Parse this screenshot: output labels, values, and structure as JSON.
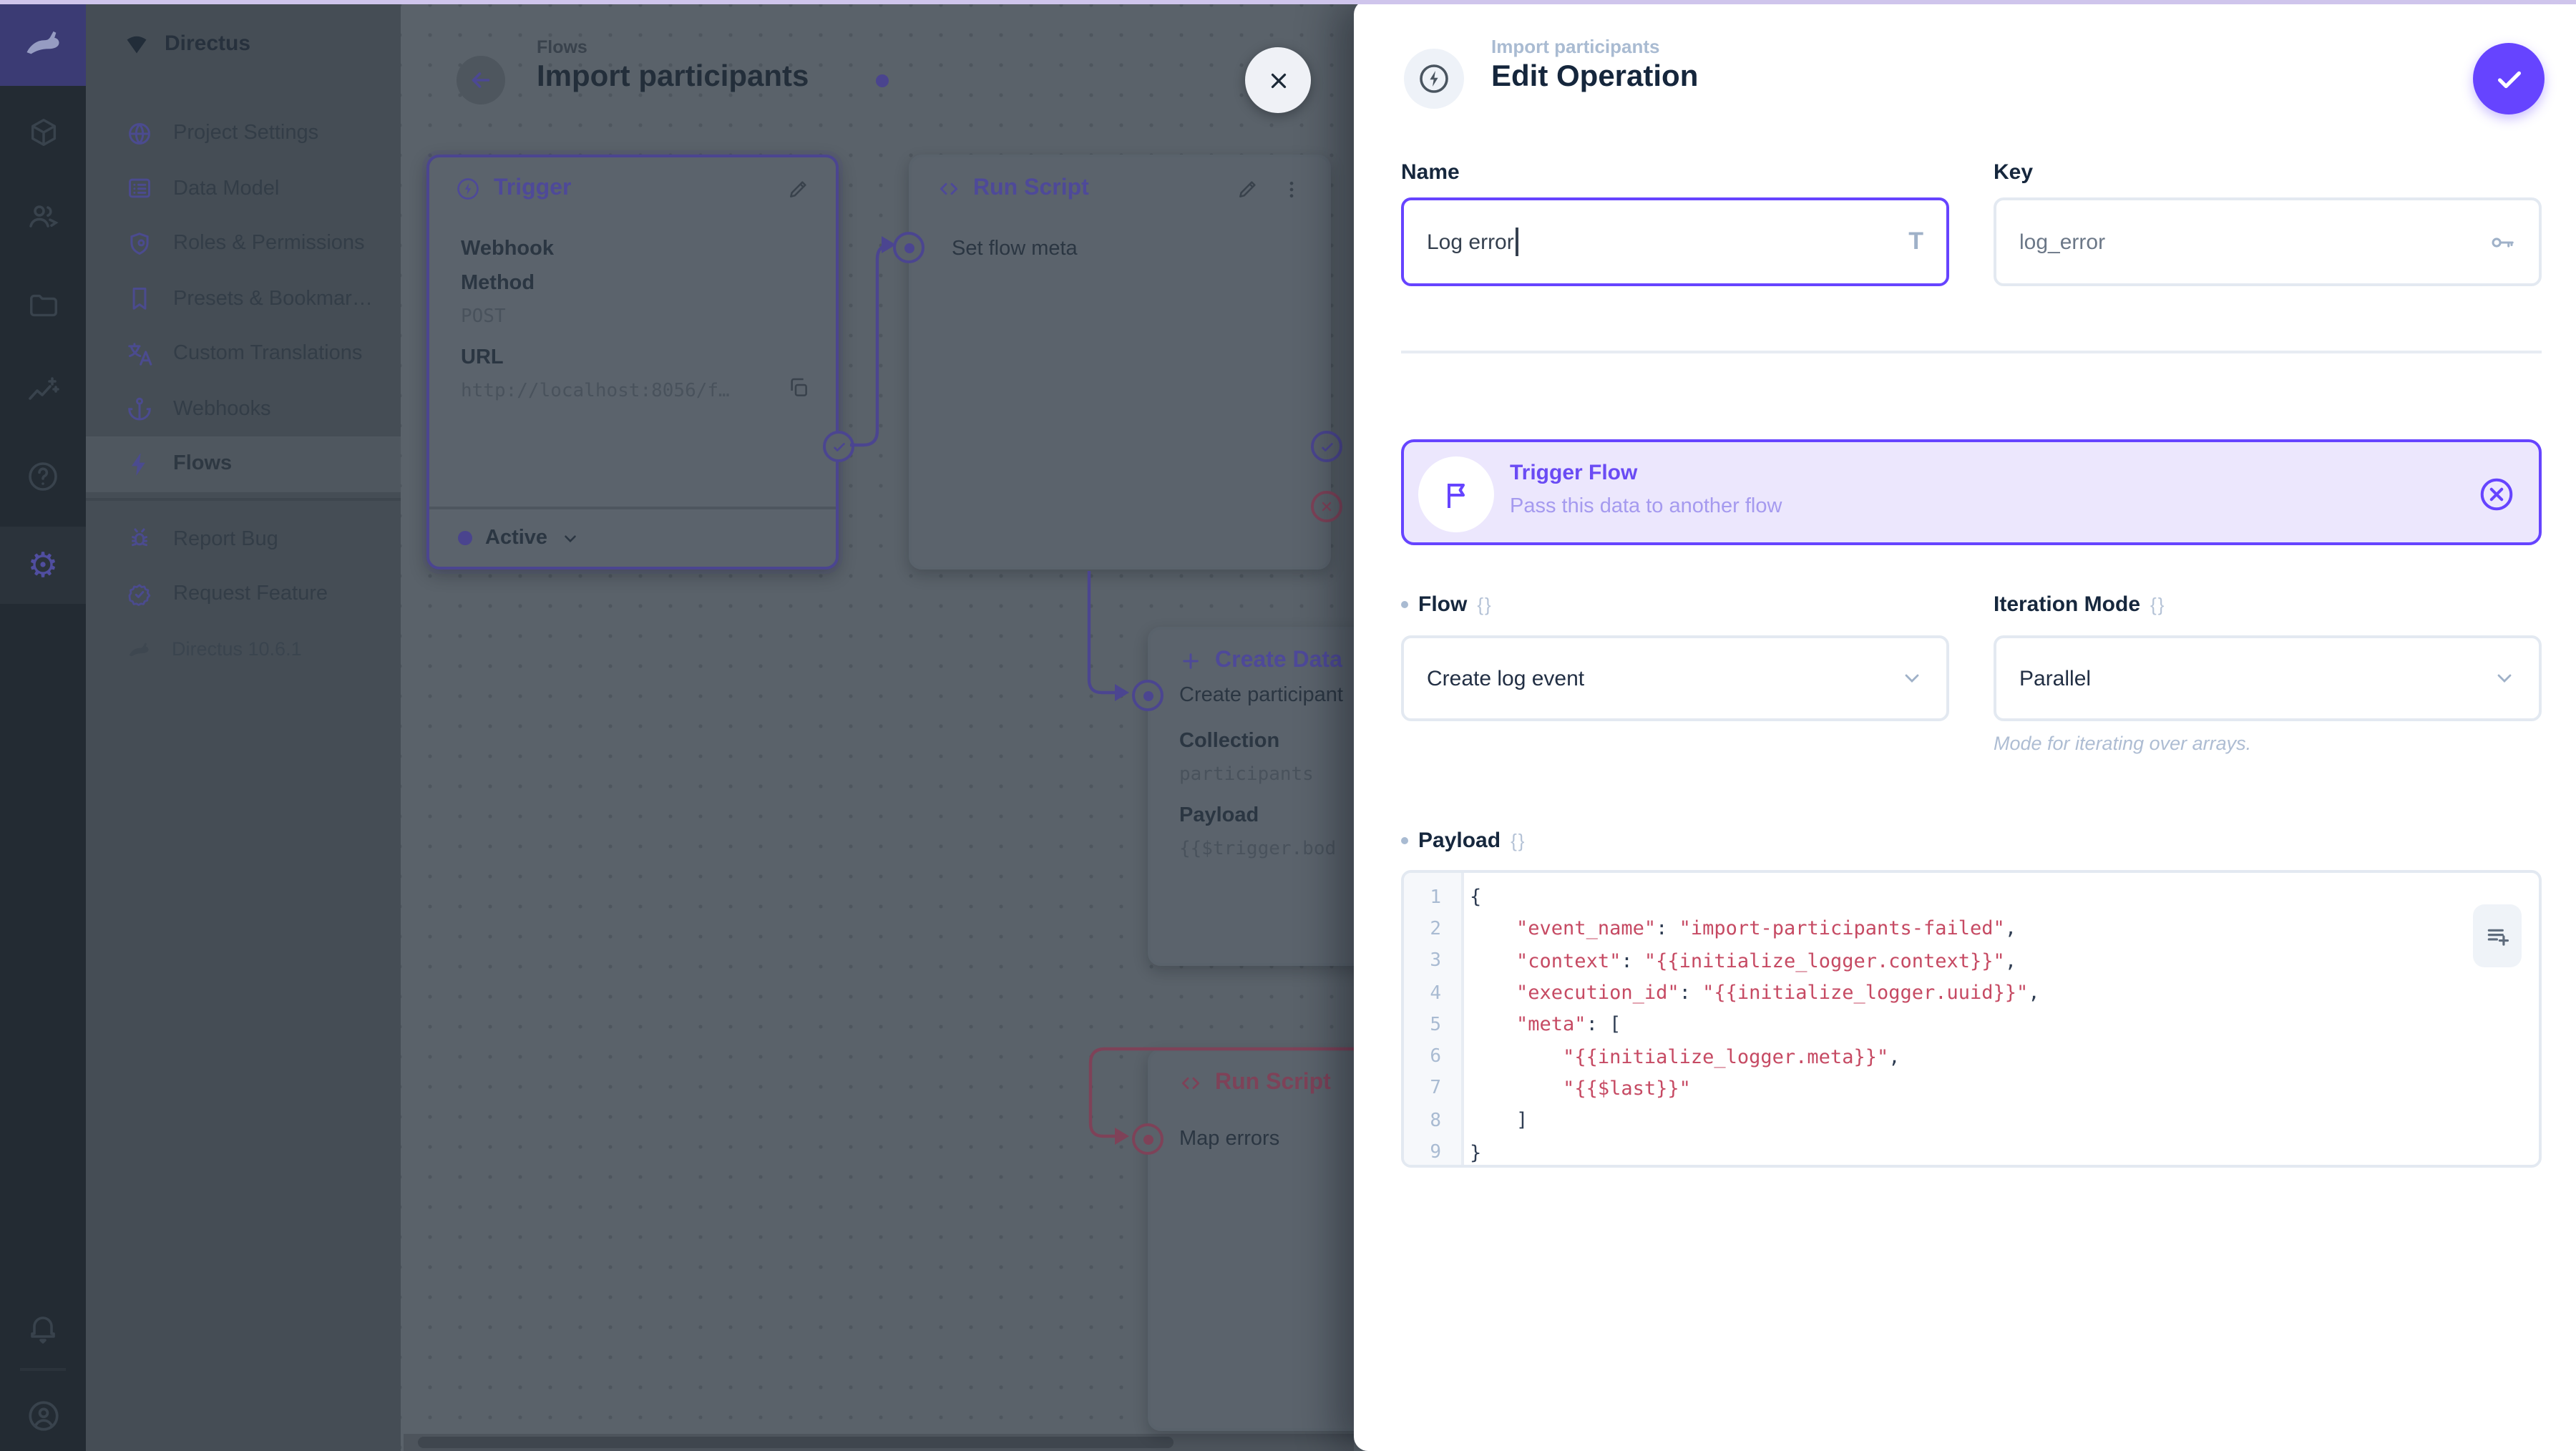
{
  "colors": {
    "accent": "#6644FF",
    "accent_soft": "#ECE7FD",
    "code_string": "#C64A63",
    "reject_path": "#7E4258",
    "resolve_path": "#4B4590",
    "drawer_bg": "#FFFFFF",
    "canvas_dimmed": "#5A626A"
  },
  "icons": {
    "gear_glyph": "⚙",
    "text_format_glyph": "T",
    "braces_glyph": "{}"
  },
  "nav": {
    "header": "Directus",
    "items": [
      {
        "label": "Project Settings",
        "icon": "globe"
      },
      {
        "label": "Data Model",
        "icon": "list"
      },
      {
        "label": "Roles & Permissions",
        "icon": "shield-user"
      },
      {
        "label": "Presets & Bookmar…",
        "icon": "bookmark"
      },
      {
        "label": "Custom Translations",
        "icon": "translate"
      },
      {
        "label": "Webhooks",
        "icon": "anchor"
      },
      {
        "label": "Flows",
        "icon": "bolt",
        "active": true
      }
    ],
    "footer_items": [
      {
        "label": "Report Bug",
        "icon": "bug"
      },
      {
        "label": "Request Feature",
        "icon": "badge-check"
      }
    ],
    "version": "Directus 10.6.1"
  },
  "canvas": {
    "breadcrumb": "Flows",
    "title": "Import participants",
    "nodes": {
      "trigger": {
        "title": "Trigger",
        "type_label": "Webhook",
        "method_label": "Method",
        "method": "POST",
        "url_label": "URL",
        "url": "http://localhost:8056/f…",
        "status": "Active"
      },
      "run_script": {
        "title": "Run Script",
        "name": "Set flow meta"
      },
      "create_data": {
        "title": "Create Data",
        "name": "Create participant",
        "collection_label": "Collection",
        "collection": "participants",
        "payload_label": "Payload",
        "payload": "{{$trigger.bod"
      },
      "map_errors": {
        "title": "Run Script",
        "name": "Map errors"
      }
    }
  },
  "drawer": {
    "breadcrumb": "Import participants",
    "title": "Edit Operation",
    "name": {
      "label": "Name",
      "value": "Log error"
    },
    "key": {
      "label": "Key",
      "value": "log_error"
    },
    "trigger_flow": {
      "title": "Trigger Flow",
      "description": "Pass this data to another flow"
    },
    "flow": {
      "label": "Flow",
      "value": "Create log event"
    },
    "iteration_mode": {
      "label": "Iteration Mode",
      "value": "Parallel",
      "note": "Mode for iterating over arrays."
    },
    "payload": {
      "label": "Payload",
      "lines": [
        {
          "num": "1",
          "parts": [
            {
              "c": "p",
              "t": "{"
            }
          ]
        },
        {
          "num": "2",
          "parts": [
            {
              "c": "p",
              "t": "    "
            },
            {
              "c": "s",
              "t": "\"event_name\""
            },
            {
              "c": "p",
              "t": ": "
            },
            {
              "c": "s",
              "t": "\"import-participants-failed\""
            },
            {
              "c": "p",
              "t": ","
            }
          ]
        },
        {
          "num": "3",
          "parts": [
            {
              "c": "p",
              "t": "    "
            },
            {
              "c": "s",
              "t": "\"context\""
            },
            {
              "c": "p",
              "t": ": "
            },
            {
              "c": "s",
              "t": "\"{{initialize_logger.context}}\""
            },
            {
              "c": "p",
              "t": ","
            }
          ]
        },
        {
          "num": "4",
          "parts": [
            {
              "c": "p",
              "t": "    "
            },
            {
              "c": "s",
              "t": "\"execution_id\""
            },
            {
              "c": "p",
              "t": ": "
            },
            {
              "c": "s",
              "t": "\"{{initialize_logger.uuid}}\""
            },
            {
              "c": "p",
              "t": ","
            }
          ]
        },
        {
          "num": "5",
          "parts": [
            {
              "c": "p",
              "t": "    "
            },
            {
              "c": "s",
              "t": "\"meta\""
            },
            {
              "c": "p",
              "t": ": ["
            }
          ]
        },
        {
          "num": "6",
          "parts": [
            {
              "c": "p",
              "t": "        "
            },
            {
              "c": "s",
              "t": "\"{{initialize_logger.meta}}\""
            },
            {
              "c": "p",
              "t": ","
            }
          ]
        },
        {
          "num": "7",
          "parts": [
            {
              "c": "p",
              "t": "        "
            },
            {
              "c": "s",
              "t": "\"{{$last}}\""
            }
          ]
        },
        {
          "num": "8",
          "parts": [
            {
              "c": "p",
              "t": "    ]"
            }
          ]
        },
        {
          "num": "9",
          "parts": [
            {
              "c": "p",
              "t": "}"
            }
          ]
        }
      ]
    }
  }
}
